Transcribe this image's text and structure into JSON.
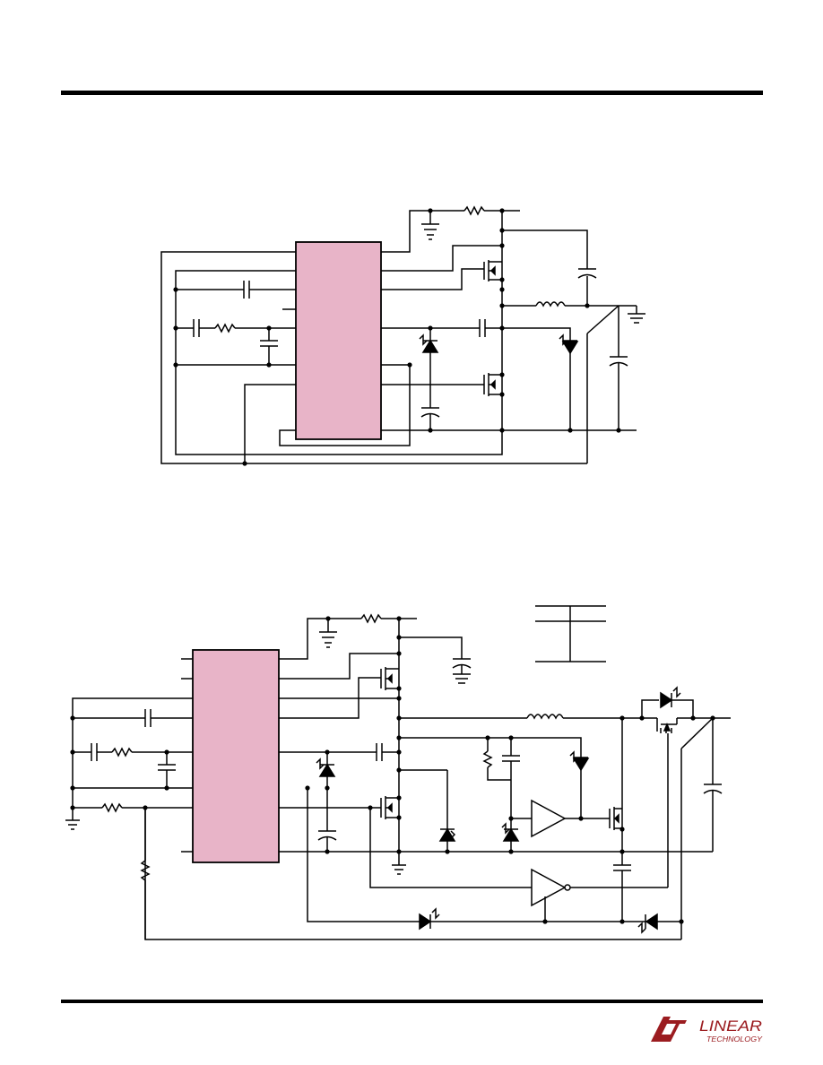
{
  "page": {
    "accent_color": "#e8b4c8",
    "line_color": "#000000"
  },
  "figures": [
    {
      "id": "top",
      "ic_color": "#e8b4c8"
    },
    {
      "id": "bottom",
      "ic_color": "#e8b4c8"
    }
  ],
  "footer": {
    "logo": {
      "icon": "linear-technology-logo",
      "text_main": "LINEAR",
      "text_sub": "TECHNOLOGY",
      "color": "#9b1c20"
    }
  }
}
